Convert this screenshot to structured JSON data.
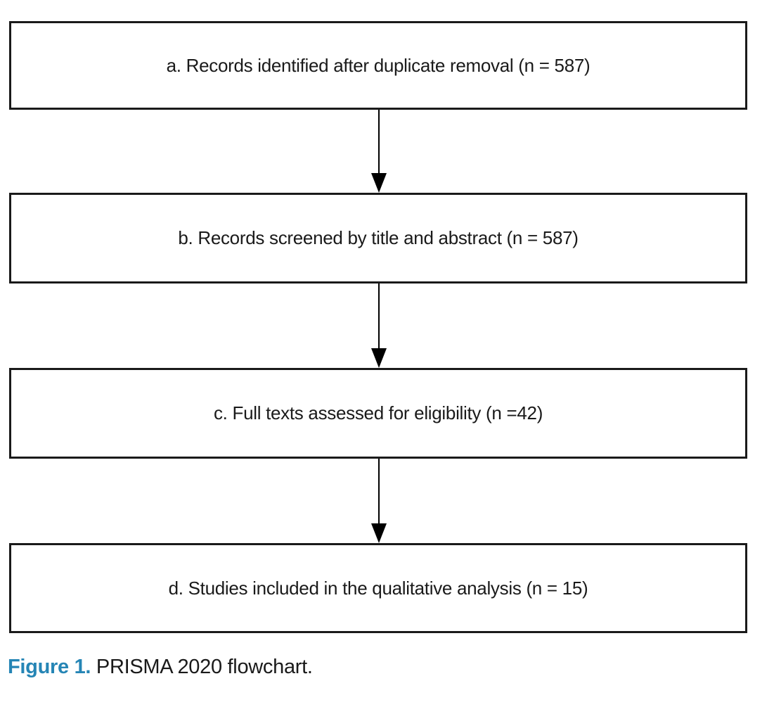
{
  "flowchart": {
    "boxes": [
      {
        "id": "a",
        "label": "a. Records identified after duplicate removal (n = 587)"
      },
      {
        "id": "b",
        "label": "b. Records screened by title and abstract (n = 587)"
      },
      {
        "id": "c",
        "label": "c. Full texts assessed for eligibility (n =42)"
      },
      {
        "id": "d",
        "label": "d. Studies included in the qualitative analysis (n = 15)"
      }
    ],
    "arrows": [
      {
        "from": "a",
        "to": "b",
        "direction": "down"
      },
      {
        "from": "b",
        "to": "c",
        "direction": "down"
      },
      {
        "from": "c",
        "to": "d",
        "direction": "down"
      }
    ],
    "caption": {
      "label": "Figure 1.",
      "text": " PRISMA 2020 flowchart."
    },
    "colors": {
      "background": "#ffffff",
      "box_border": "#1a1a1a",
      "box_text": "#1a1a1a",
      "arrow": "#000000",
      "caption_label": "#2585b5",
      "caption_text": "#1a1a1a"
    }
  }
}
